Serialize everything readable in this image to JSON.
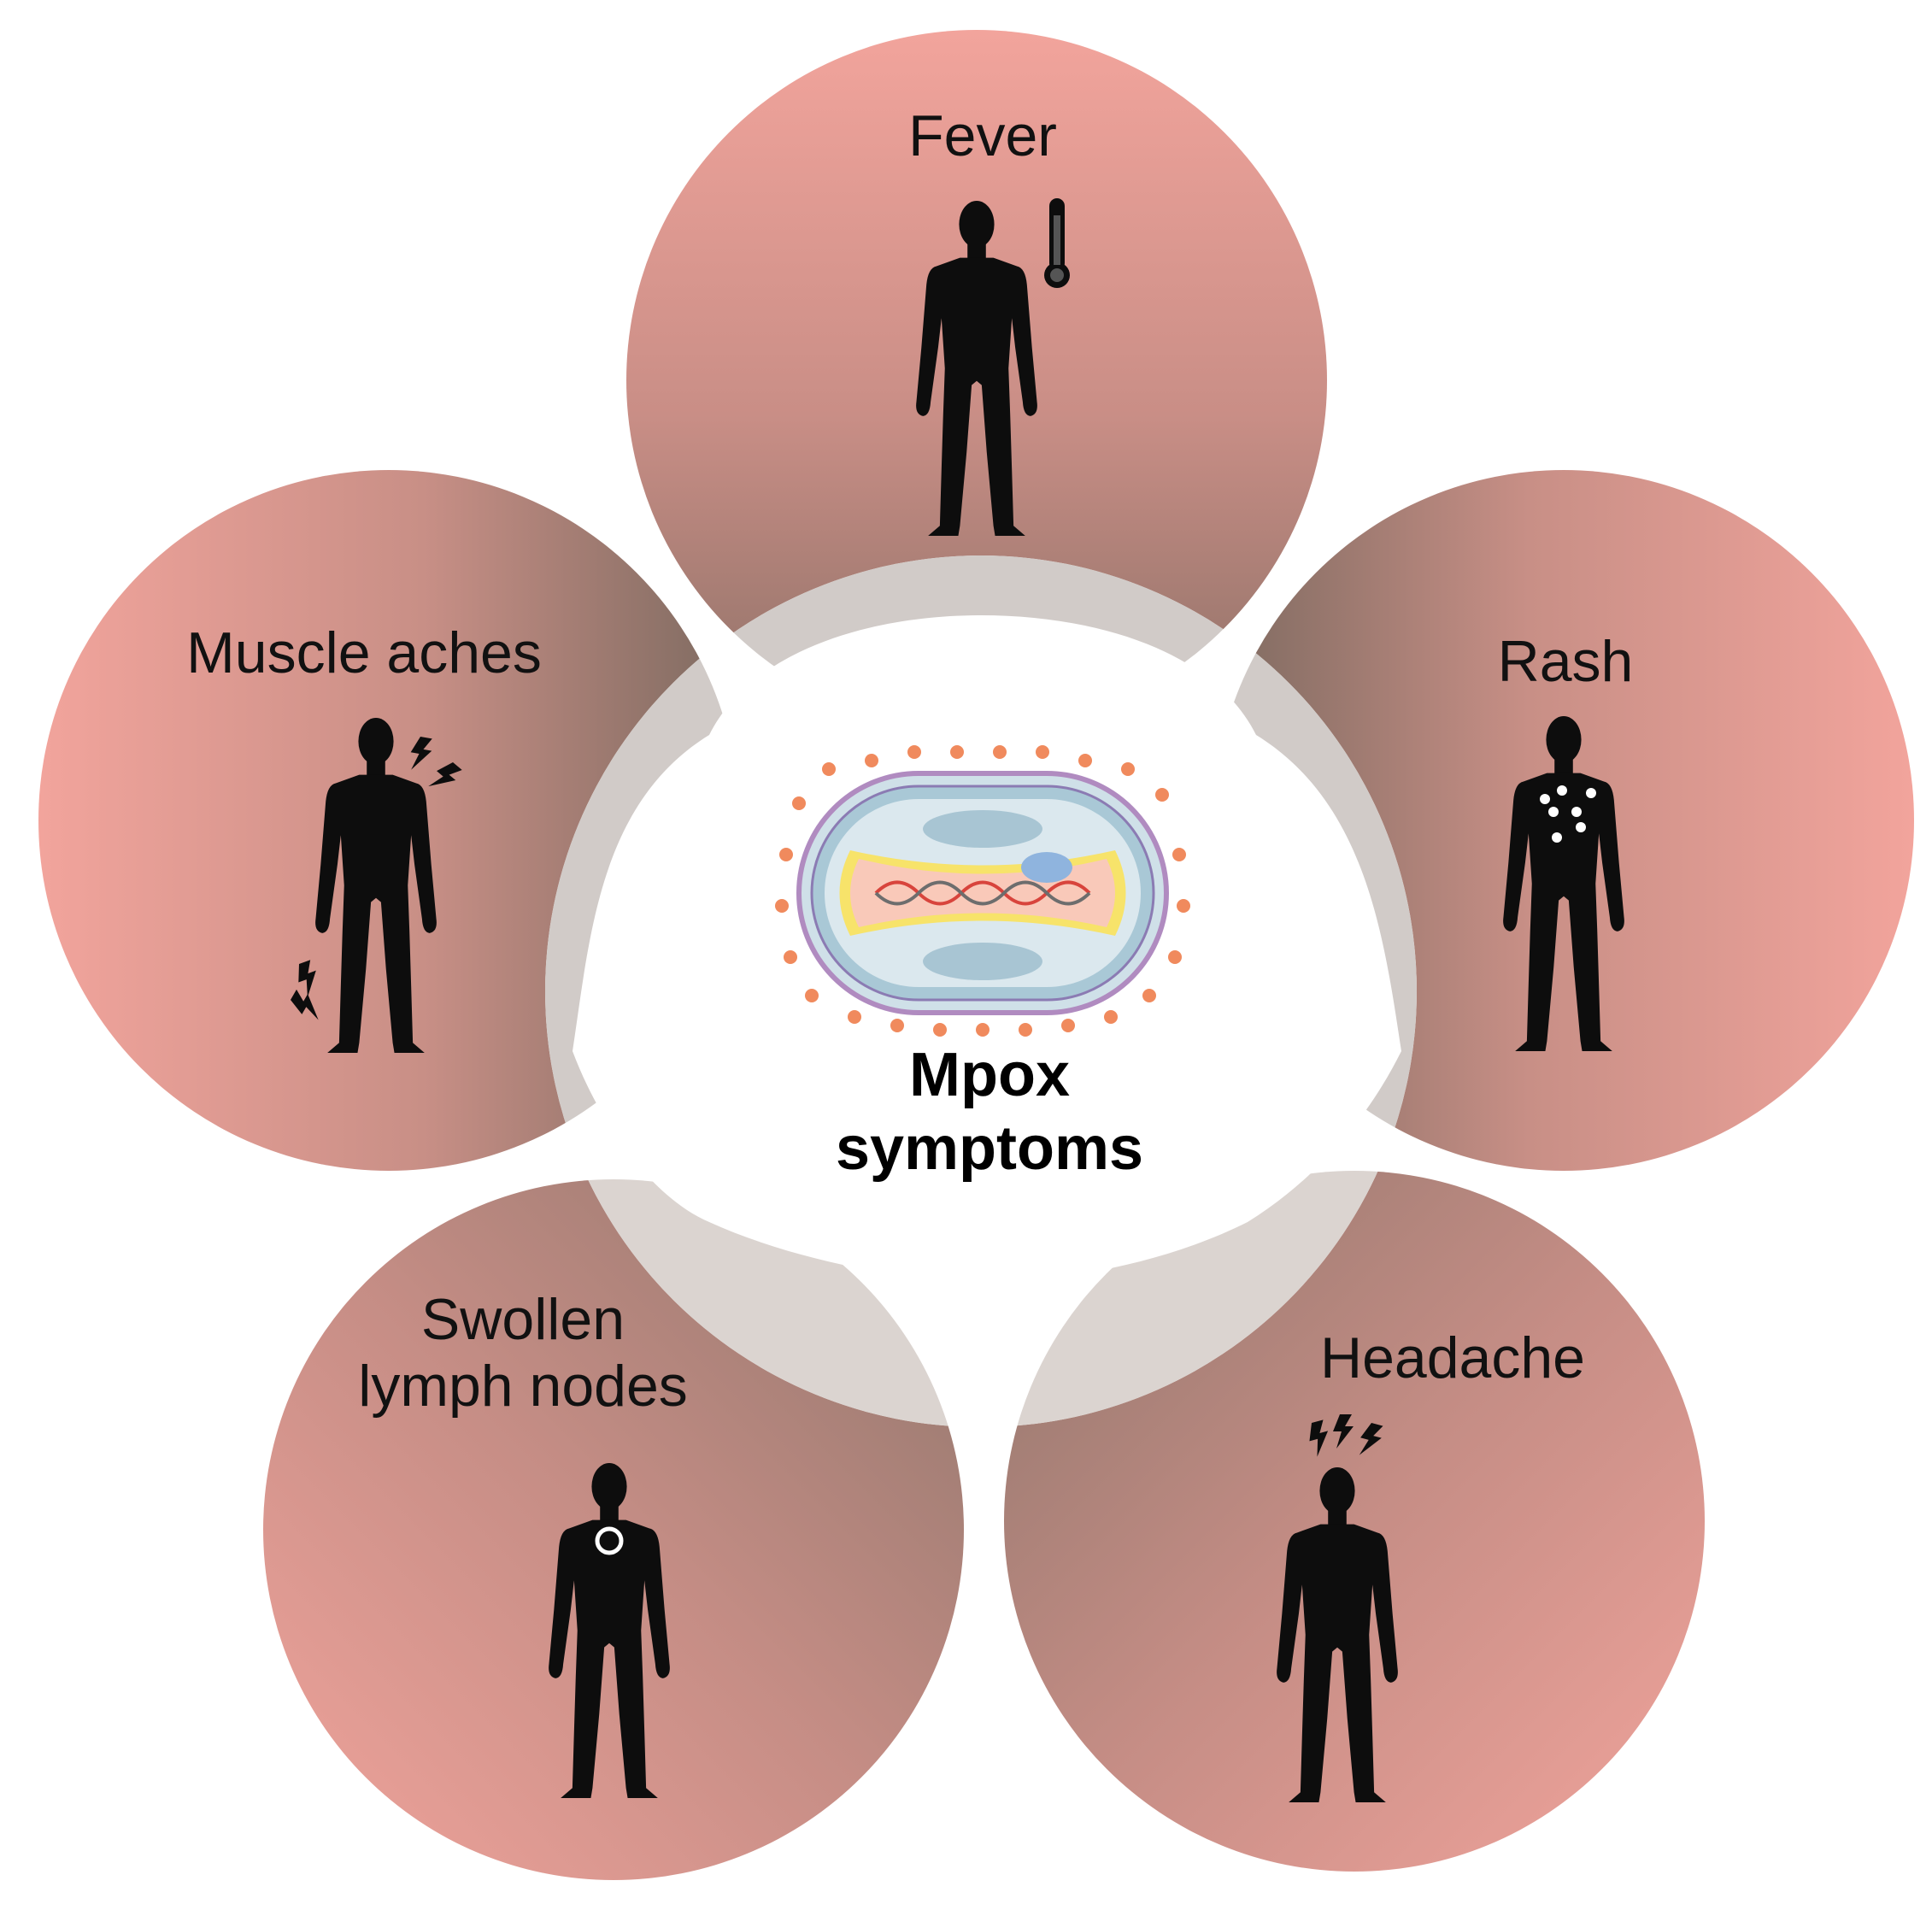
{
  "center": {
    "title_line1": "Mpox",
    "title_line2": "symptoms"
  },
  "symptoms": [
    {
      "label_line1": "Fever",
      "label_line2": "",
      "icon": "thermometer-icon"
    },
    {
      "label_line1": "Rash",
      "label_line2": "",
      "icon": "rash-spots-icon"
    },
    {
      "label_line1": "Headache",
      "label_line2": "",
      "icon": "lightning-bolt-icon"
    },
    {
      "label_line1": "Swollen",
      "label_line2": "lymph nodes",
      "icon": "lymph-node-ring-icon"
    },
    {
      "label_line1": "Muscle aches",
      "label_line2": "",
      "icon": "lightning-bolt-icon"
    }
  ],
  "colors": {
    "circle_light": "#f0a39c",
    "circle_dark": "#8c7268",
    "overlap_gray": "#cfc9c5",
    "silhouette": "#0d0d0d"
  }
}
